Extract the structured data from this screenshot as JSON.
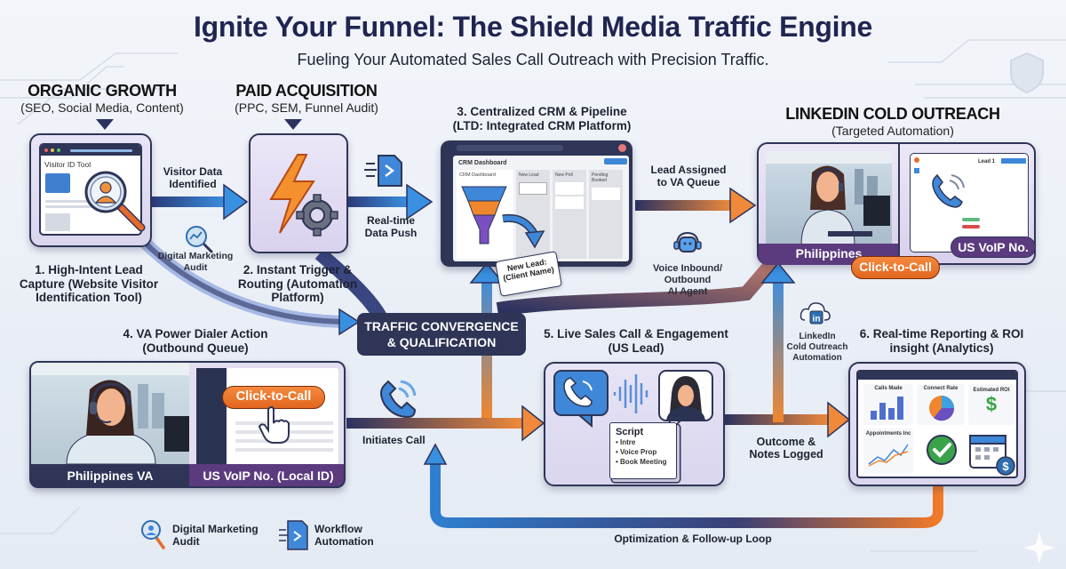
{
  "header": {
    "title": "Ignite Your Funnel: The Shield Media Traffic Engine",
    "subtitle": "Fueling Your Automated Sales Call Outreach with Precision Traffic."
  },
  "sources": {
    "organic": {
      "title": "ORGANIC GROWTH",
      "subtitle": "(SEO, Social Media, Content)"
    },
    "paid": {
      "title": "PAID ACQUISITION",
      "subtitle": "(PPC, SEM, Funnel Audit)"
    },
    "linkedin": {
      "title": "LINKEDIN COLD OUTREACH",
      "subtitle": "(Targeted Automation)"
    }
  },
  "steps": {
    "step1": {
      "label_lines": [
        "1. High-Intent Lead",
        "Capture (Website Visitor",
        "Identification Tool)"
      ],
      "mock_title": "Visitor ID Tool"
    },
    "step2": {
      "label_lines": [
        "2. Instant Trigger &",
        "Routing (Automation",
        "Platform)"
      ]
    },
    "step3": {
      "label_lines": [
        "3. Centralized CRM & Pipeline",
        "(LTD: Integrated CRM Platform)"
      ],
      "dashboard_title": "CRM Dashboard",
      "panel_title": "CRM Dashboard",
      "columns": [
        "New Lead",
        "New Poll",
        "Pending Booked"
      ],
      "new_lead_card": [
        "New Lead:",
        "(Client Name)"
      ]
    },
    "step4": {
      "label_lines": [
        "4. VA Power Dialer Action",
        "(Outbound Queue)"
      ],
      "left_caption": "Philippines VA",
      "right_caption": "US VoIP No. (Local ID)",
      "button": "Click-to-Call"
    },
    "step5": {
      "label_lines": [
        "5. Live Sales Call & Engagement",
        "(US Lead)"
      ],
      "script_title": "Script",
      "script_items": [
        "Intre",
        "Voice Prop",
        "Book Meeting"
      ]
    },
    "step6": {
      "label_lines": [
        "6. Real-time Reporting & ROI",
        "insight (Analytics)"
      ],
      "tiles": [
        "Calls Made",
        "Connect Rate",
        "Estimated ROI",
        "Appointments Inc"
      ]
    },
    "linkedin_panel": {
      "left_caption": "Philippines",
      "right_caption": "US VoIP No.",
      "button": "Click-to-Call",
      "lead_label": "Lead 1"
    }
  },
  "flow_labels": {
    "visitor_data": [
      "Visitor Data",
      "Identified"
    ],
    "realtime_push": [
      "Real-time",
      "Data Push"
    ],
    "lead_assigned": [
      "Lead Assigned",
      "to VA Queue"
    ],
    "dma": [
      "Digital Marketing",
      "Audit"
    ],
    "voice_agent": [
      "Voice Inbound/",
      "Outbound",
      "AI Agent"
    ],
    "convergence": [
      "TRAFFIC CONVERGENCE",
      "& QUALIFICATION"
    ],
    "initiates_call": "Initiates Call",
    "linkedin_auto": [
      "LinkedIn",
      "Cold Outreach",
      "Automation"
    ],
    "outcome": [
      "Outcome &",
      "Notes Logged"
    ],
    "loop": "Optimization & Follow-up Loop"
  },
  "legend": [
    {
      "icon": "magnifier-person-icon",
      "lines": [
        "Digital Marketing",
        "Audit"
      ]
    },
    {
      "icon": "workflow-doc-icon",
      "lines": [
        "Workflow",
        "Automation"
      ]
    }
  ],
  "colors": {
    "navy": "#2b3260",
    "blue": "#3a86d8",
    "orange": "#f07a2a",
    "purple": "#5b3b7e",
    "green": "#3aa34a"
  }
}
